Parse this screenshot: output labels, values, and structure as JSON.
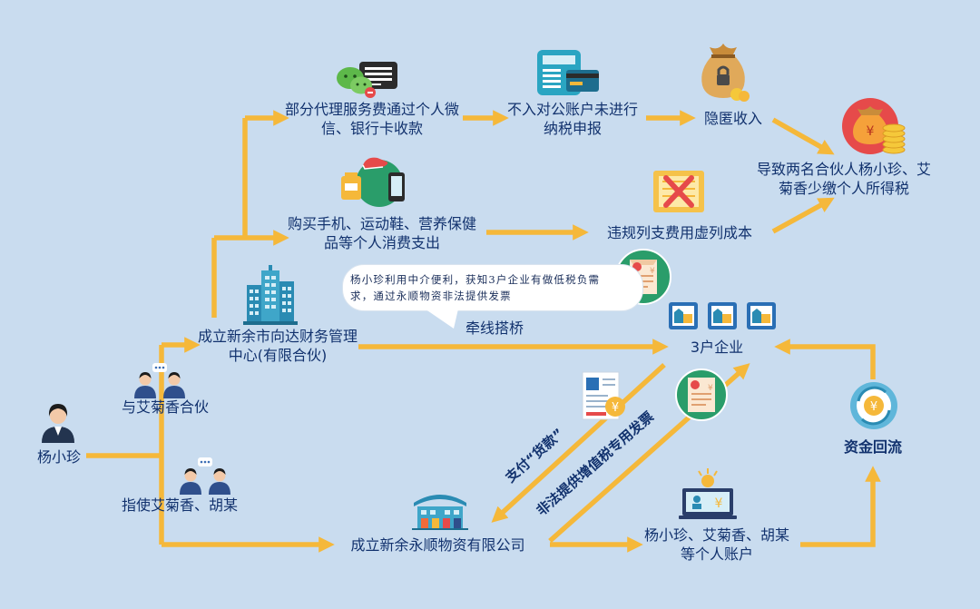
{
  "nodes": {
    "yang": "杨小珍",
    "partner_ai": "与艾菊香合伙",
    "instruct": "指使艾菊香、胡某",
    "xiangda": "成立新余市向达财务管理中心(有限合伙)",
    "yongshun": "成立新余永顺物资有限公司",
    "wechat_collect": "部分代理服务费通过个人微信、银行卡收款",
    "no_account": "不入对公账户未进行纳税申报",
    "conceal": "隐匿收入",
    "result": "导致两名合伙人杨小珍、艾菊香少缴个人所得税",
    "purchase": "购买手机、运动鞋、营养保健品等个人消费支出",
    "false_cost": "违规列支费用虚列成本",
    "three_firms": "3户企业",
    "bridge": "牵线搭桥",
    "bubble": "杨小珍利用中介便利，获知3户企业有做低税负需求，通过永顺物资非法提供发票",
    "pay_goods": "支付“货款”",
    "illegal_invoice": "非法提供增值税专用发票",
    "personal_accounts": "杨小珍、艾菊香、胡某等个人账户",
    "fund_return": "资金回流"
  },
  "colors": {
    "background": "#c9dcef",
    "arrow": "#f5b83a",
    "text": "#12326e"
  }
}
